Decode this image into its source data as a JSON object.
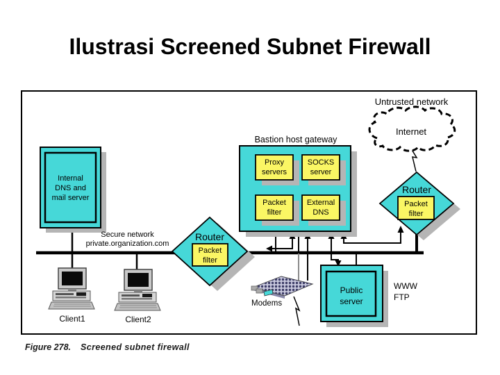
{
  "title": "Ilustrasi Screened Subnet Firewall",
  "colors": {
    "cyan": "#46d8d8",
    "yellow": "#faf664",
    "shadow": "#b5b5b5"
  },
  "network": {
    "untrusted": "Untrusted network",
    "internet": "Internet",
    "secure": "Secure network\nprivate.organization.com"
  },
  "bastion": {
    "label": "Bastion host gateway",
    "proxy": "Proxy\nservers",
    "socks": "SOCKS\nserver",
    "packet_filter": "Packet\nfilter",
    "external_dns": "External\nDNS"
  },
  "routers": {
    "inner": {
      "label": "Router",
      "filter": "Packet\nfilter"
    },
    "outer": {
      "label": "Router",
      "filter": "Packet\nfilter"
    }
  },
  "servers": {
    "internal_dns": "Internal\nDNS and\nmail server",
    "public": "Public\nserver",
    "public_services": "WWW\nFTP"
  },
  "devices": {
    "modems": "Modems",
    "client1": "Client1",
    "client2": "Client2"
  },
  "caption": {
    "figure": "Figure 278.",
    "text": "Screened subnet firewall"
  }
}
